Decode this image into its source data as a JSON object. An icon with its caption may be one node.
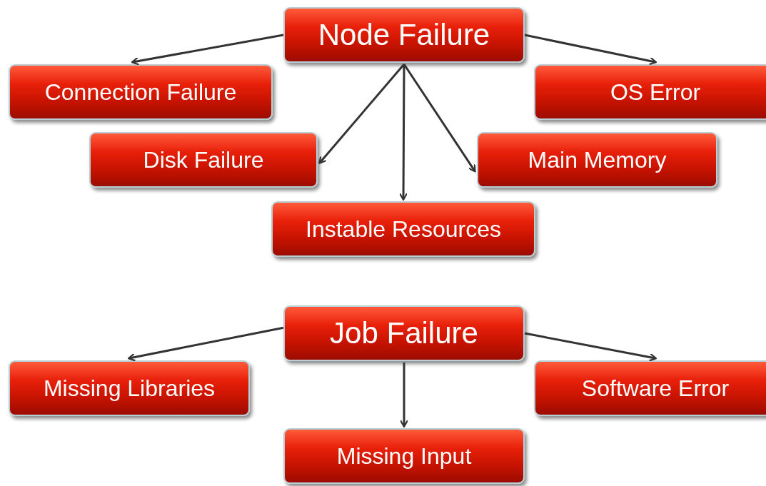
{
  "diagram": {
    "nodes": [
      {
        "text": [
          "Node Failure"
        ]
      },
      {
        "text": [
          "Connection Failure"
        ]
      },
      {
        "text": [
          "OS Error"
        ]
      },
      {
        "text": [
          "Disk Failure"
        ]
      },
      {
        "text": [
          "Main Memory"
        ]
      },
      {
        "text": [
          "Instable Resources"
        ]
      },
      {
        "text": [
          "Job Failure"
        ]
      },
      {
        "text": [
          "Missing Libraries"
        ]
      },
      {
        "text": [
          "Software Error"
        ]
      },
      {
        "text": [
          "Missing Input"
        ]
      }
    ],
    "edges": [
      {
        "from": 0,
        "to": 1,
        "arrow": "to"
      },
      {
        "from": 0,
        "to": 2,
        "arrow": "to"
      },
      {
        "from": 0,
        "to": 3,
        "arrow": "to"
      },
      {
        "from": 0,
        "to": 5,
        "arrow": "to"
      },
      {
        "from": 0,
        "to": 4,
        "arrow": "to"
      },
      {
        "from": 6,
        "to": 7,
        "arrow": "to"
      },
      {
        "from": 6,
        "to": 9,
        "arrow": "to"
      },
      {
        "from": 6,
        "to": 8,
        "arrow": "to"
      }
    ]
  }
}
